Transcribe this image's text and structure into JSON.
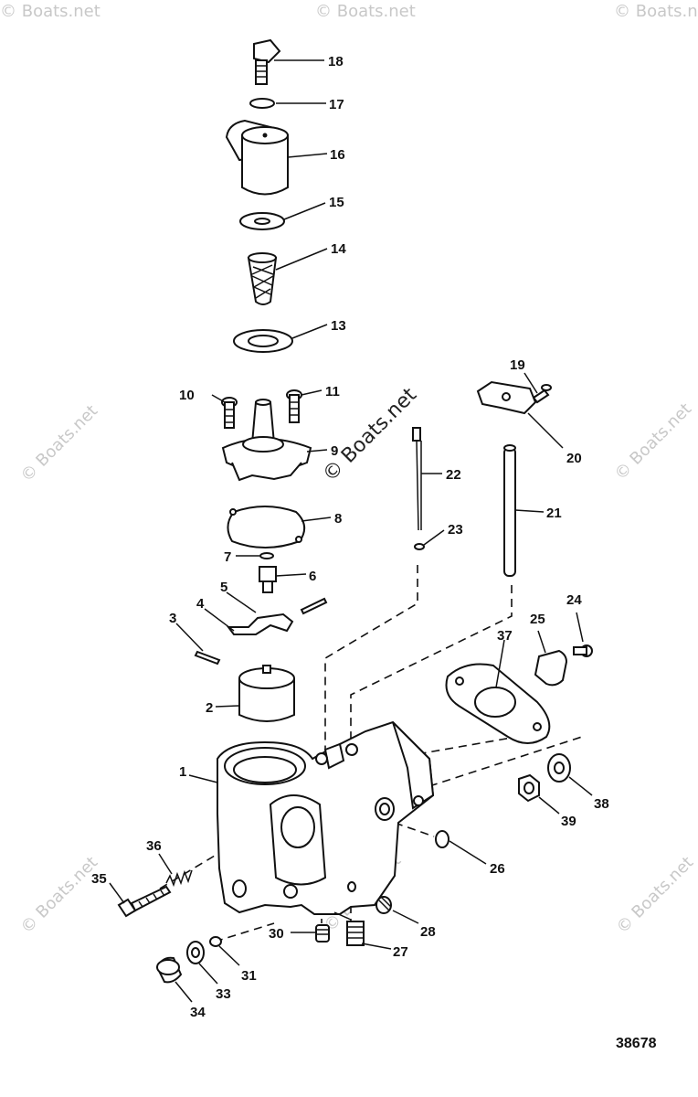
{
  "watermark": {
    "text": "© Boats.net"
  },
  "figure_number": "38678",
  "callouts": {
    "c1": "1",
    "c2": "2",
    "c3": "3",
    "c4": "4",
    "c5": "5",
    "c6": "6",
    "c7": "7",
    "c8": "8",
    "c9": "9",
    "c10": "10",
    "c11": "11",
    "c13": "13",
    "c14": "14",
    "c15": "15",
    "c16": "16",
    "c17": "17",
    "c18": "18",
    "c19": "19",
    "c20": "20",
    "c21": "21",
    "c22": "22",
    "c23": "23",
    "c24": "24",
    "c25": "25",
    "c26": "26",
    "c27": "27",
    "c28": "28",
    "c30": "30",
    "c31": "31",
    "c33": "33",
    "c34": "34",
    "c35": "35",
    "c36": "36",
    "c37": "37",
    "c38": "38",
    "c39": "39"
  }
}
